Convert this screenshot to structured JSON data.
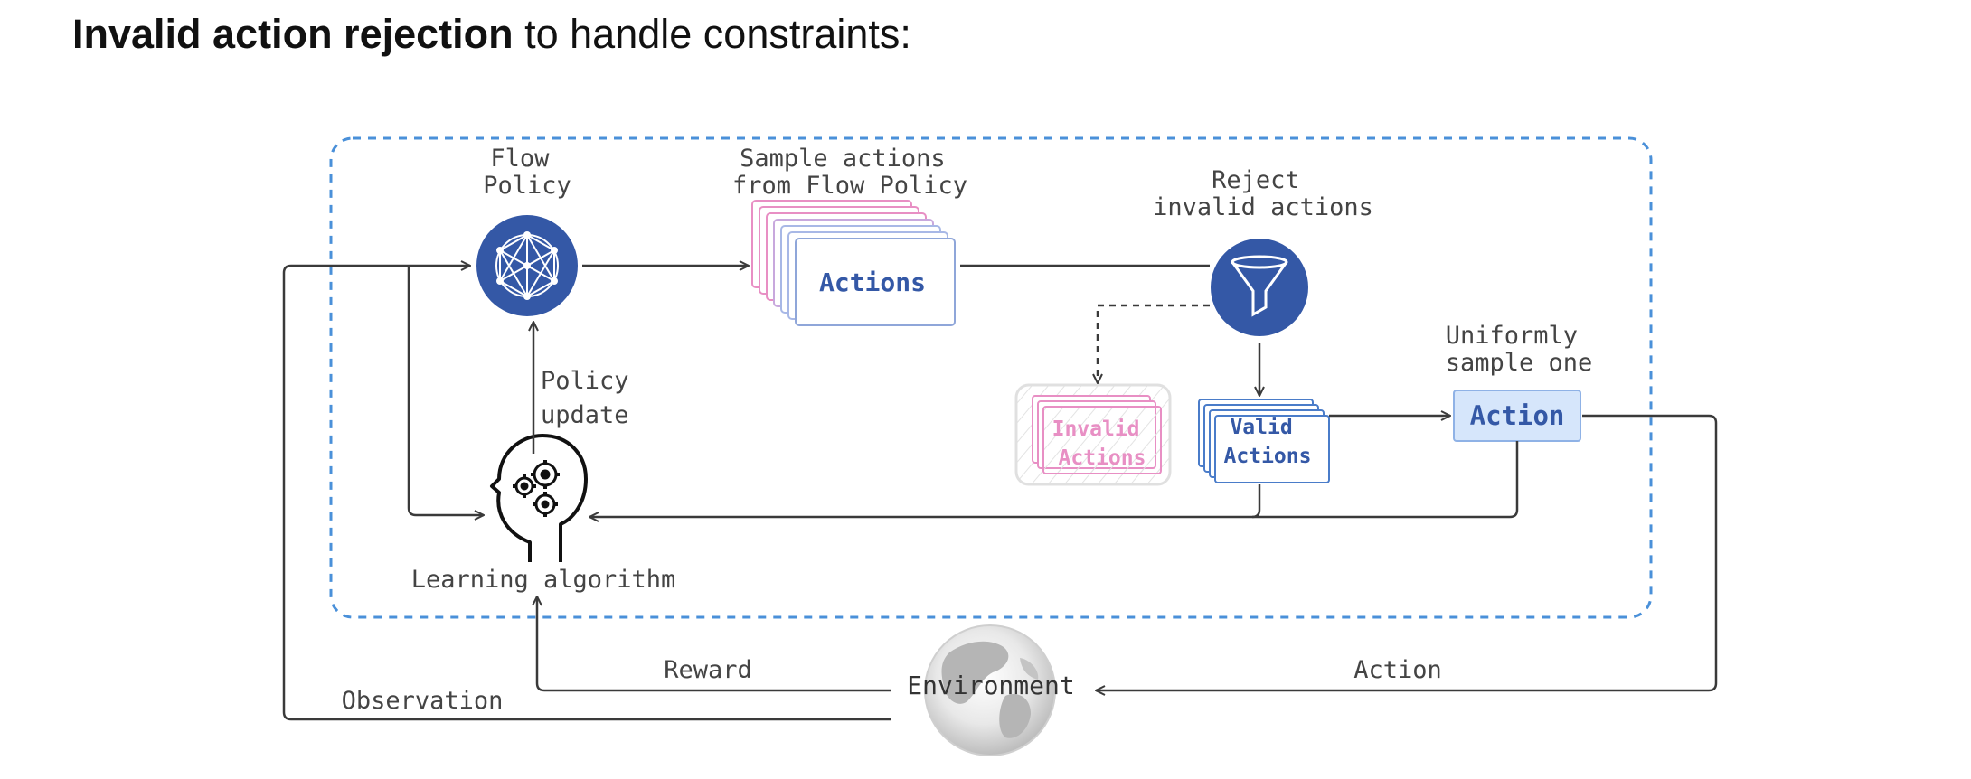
{
  "heading": {
    "bold": "Invalid action rejection",
    "rest": " to handle constraints:"
  },
  "diagram": {
    "flow_policy_label": [
      "Flow",
      "Policy"
    ],
    "sample_label": [
      "Sample actions",
      "from Flow Policy"
    ],
    "actions_card": "Actions",
    "reject_label": [
      "Reject",
      "invalid actions"
    ],
    "invalid_card": [
      "Invalid",
      "Actions"
    ],
    "valid_card": [
      "Valid",
      "Actions"
    ],
    "uniformly_label": [
      "Uniformly",
      "sample one"
    ],
    "action_box": "Action",
    "policy_update_label": [
      "Policy",
      "update"
    ],
    "learning_label": "Learning algorithm",
    "reward_label": "Reward",
    "environment_label": "Environment",
    "action_label": "Action",
    "observation_label": "Observation"
  },
  "colors": {
    "policy_blue": "#3458a6",
    "dashed_border": "#4a90d9",
    "invalid_pink": "#e88fc4",
    "action_fill": "#d6e6fb",
    "line": "#3a3a3a"
  },
  "icons": [
    "neural-network-icon",
    "funnel-icon",
    "head-gears-icon",
    "globe-icon"
  ]
}
